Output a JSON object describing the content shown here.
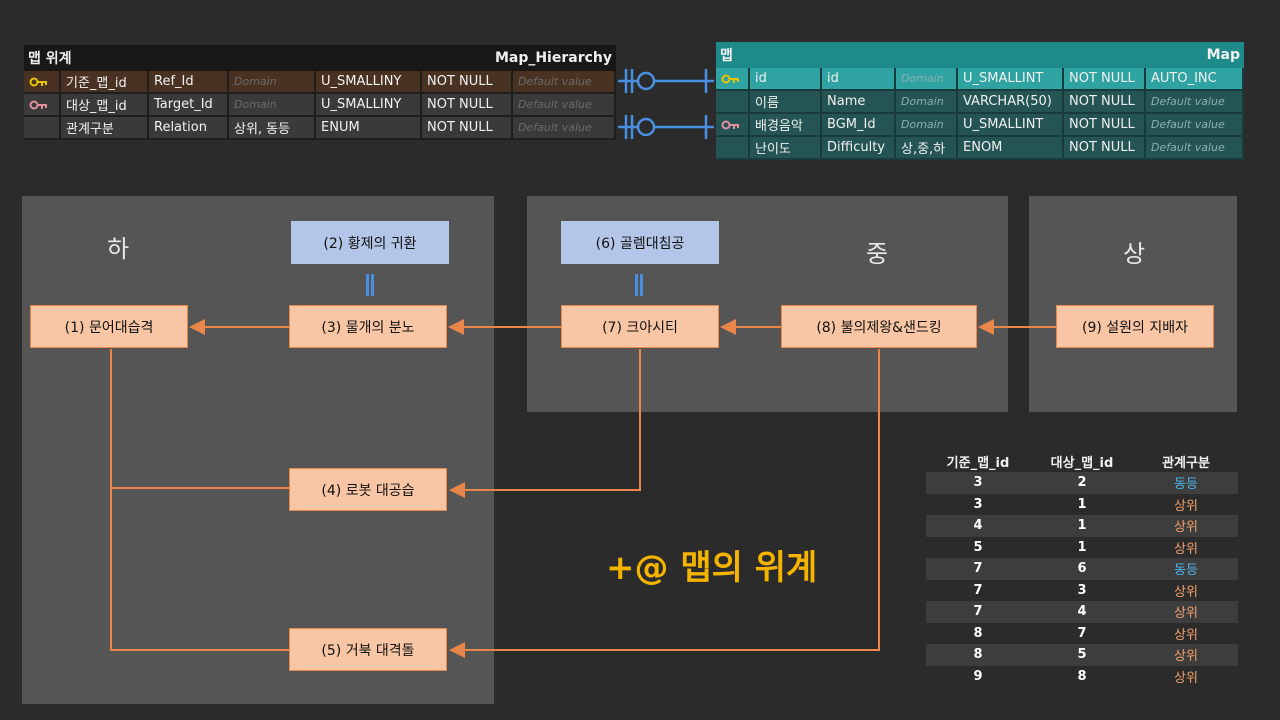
{
  "tables": {
    "hierarchy": {
      "title_ko": "맵 위계",
      "title_en": "Map_Hierarchy",
      "rows": [
        {
          "key": "pk",
          "name": "기준_맵_id",
          "code": "Ref_Id",
          "domain": "Domain",
          "type": "U_SMALLINY",
          "null": "NOT NULL",
          "default": "Default value"
        },
        {
          "key": "fk",
          "name": "대상_맵_id",
          "code": "Target_Id",
          "domain": "Domain",
          "type": "U_SMALLINY",
          "null": "NOT NULL",
          "default": "Default value"
        },
        {
          "key": "",
          "name": "관계구분",
          "code": "Relation",
          "domain": "상위, 동등",
          "type": "ENUM",
          "null": "NOT NULL",
          "default": "Default value"
        }
      ]
    },
    "map": {
      "title_ko": "맵",
      "title_en": "Map",
      "rows": [
        {
          "key": "pk",
          "name": "id",
          "code": "id",
          "domain": "Domain",
          "type": "U_SMALLINT",
          "null": "NOT NULL",
          "default": "AUTO_INC"
        },
        {
          "key": "",
          "name": "이름",
          "code": "Name",
          "domain": "Domain",
          "type": "VARCHAR(50)",
          "null": "NOT NULL",
          "default": "Default value"
        },
        {
          "key": "fk",
          "name": "배경음악",
          "code": "BGM_Id",
          "domain": "Domain",
          "type": "U_SMALLINT",
          "null": "NOT NULL",
          "default": "Default value"
        },
        {
          "key": "",
          "name": "난이도",
          "code": "Difficulty",
          "domain": "상,중,하",
          "type": "ENOM",
          "null": "NOT NULL",
          "default": "Default value"
        }
      ]
    }
  },
  "zones": {
    "low": "하",
    "mid": "중",
    "high": "상"
  },
  "nodes": {
    "n1": "(1) 문어대습격",
    "n2": "(2) 황제의 귀환",
    "n3": "(3) 물개의 분노",
    "n4": "(4) 로봇 대공습",
    "n5": "(5) 거북 대격돌",
    "n6": "(6) 골렘대침공",
    "n7": "(7) 크아시티",
    "n8": "(8) 불의제왕&샌드킹",
    "n9": "(9) 설원의 지배자"
  },
  "headline": "+@ 맵의 위계",
  "relation_table": {
    "headers": [
      "기준_맵_id",
      "대상_맵_id",
      "관계구분"
    ],
    "rows": [
      [
        "3",
        "2",
        "동등"
      ],
      [
        "3",
        "1",
        "상위"
      ],
      [
        "4",
        "1",
        "상위"
      ],
      [
        "5",
        "1",
        "상위"
      ],
      [
        "7",
        "6",
        "동등"
      ],
      [
        "7",
        "3",
        "상위"
      ],
      [
        "7",
        "4",
        "상위"
      ],
      [
        "8",
        "7",
        "상위"
      ],
      [
        "8",
        "5",
        "상위"
      ],
      [
        "9",
        "8",
        "상위"
      ]
    ]
  },
  "colors": {
    "arrow": "#e9874a",
    "connector": "#4a90e2",
    "peer": "#4fb3e8",
    "upper": "#f0a06a",
    "headline": "#f5b400",
    "pk_key": "#e8c400",
    "fk_key": "#e08fa0"
  }
}
